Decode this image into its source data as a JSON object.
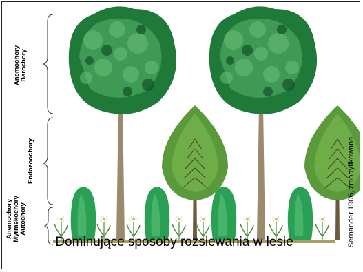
{
  "labels": {
    "upper": [
      "Anemochory",
      "Barochory"
    ],
    "middle": [
      "Endozoochory"
    ],
    "lower": [
      "Anemochory",
      "Myrmekochory",
      "Autochory"
    ]
  },
  "caption": "Dominujące sposoby rozsiewania w lesie",
  "source": "Sernander 1906, zmodyfikowane",
  "colors": {
    "bigCrownDark": "#1f7a3a",
    "bigCrownMid": "#3f9a55",
    "bigCrownLight": "#6cbf78",
    "conifer": "#5a9a3a",
    "shrub": "#2aa055",
    "trunk": "#9b8a6e",
    "ground": "#a8a060",
    "flowerPetal": "#ffffff",
    "flowerCenter": "#f0b020"
  }
}
